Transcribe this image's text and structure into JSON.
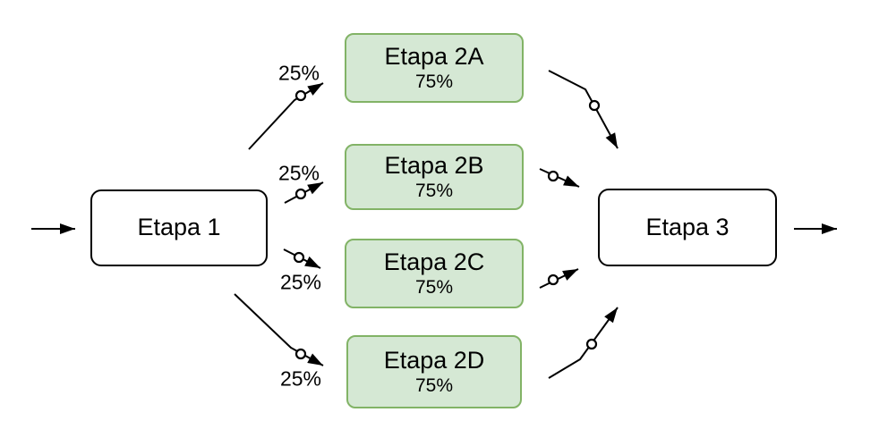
{
  "diagram": {
    "nodes": {
      "etapa1": {
        "label": "Etapa 1"
      },
      "etapa2a": {
        "label": "Etapa 2A",
        "value": "75%"
      },
      "etapa2b": {
        "label": "Etapa 2B",
        "value": "75%"
      },
      "etapa2c": {
        "label": "Etapa 2C",
        "value": "75%"
      },
      "etapa2d": {
        "label": "Etapa 2D",
        "value": "75%"
      },
      "etapa3": {
        "label": "Etapa 3"
      }
    },
    "edges": {
      "split_2a": {
        "label": "25%"
      },
      "split_2b": {
        "label": "25%"
      },
      "split_2c": {
        "label": "25%"
      },
      "split_2d": {
        "label": "25%"
      }
    },
    "colors": {
      "stage2_fill": "#d5e8d4",
      "stage2_border": "#82b366",
      "terminal_fill": "#ffffff",
      "terminal_border": "#000000",
      "edge": "#000000"
    }
  }
}
